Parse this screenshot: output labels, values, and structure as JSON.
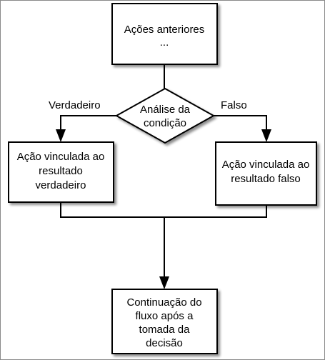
{
  "diagram": {
    "start_box": {
      "lines": [
        "Ações anteriores",
        "..."
      ]
    },
    "decision": {
      "lines": [
        "Análise da",
        "condição"
      ]
    },
    "true_label": "Verdadeiro",
    "false_label": "Falso",
    "true_box": {
      "lines": [
        "Ação vinculada ao",
        "resultado",
        "verdadeiro"
      ]
    },
    "false_box": {
      "lines": [
        "Ação vinculada ao",
        "resultado falso"
      ]
    },
    "end_box": {
      "lines": [
        "Continuação do",
        "fluxo após a",
        "tomada da",
        "decisão"
      ]
    }
  }
}
